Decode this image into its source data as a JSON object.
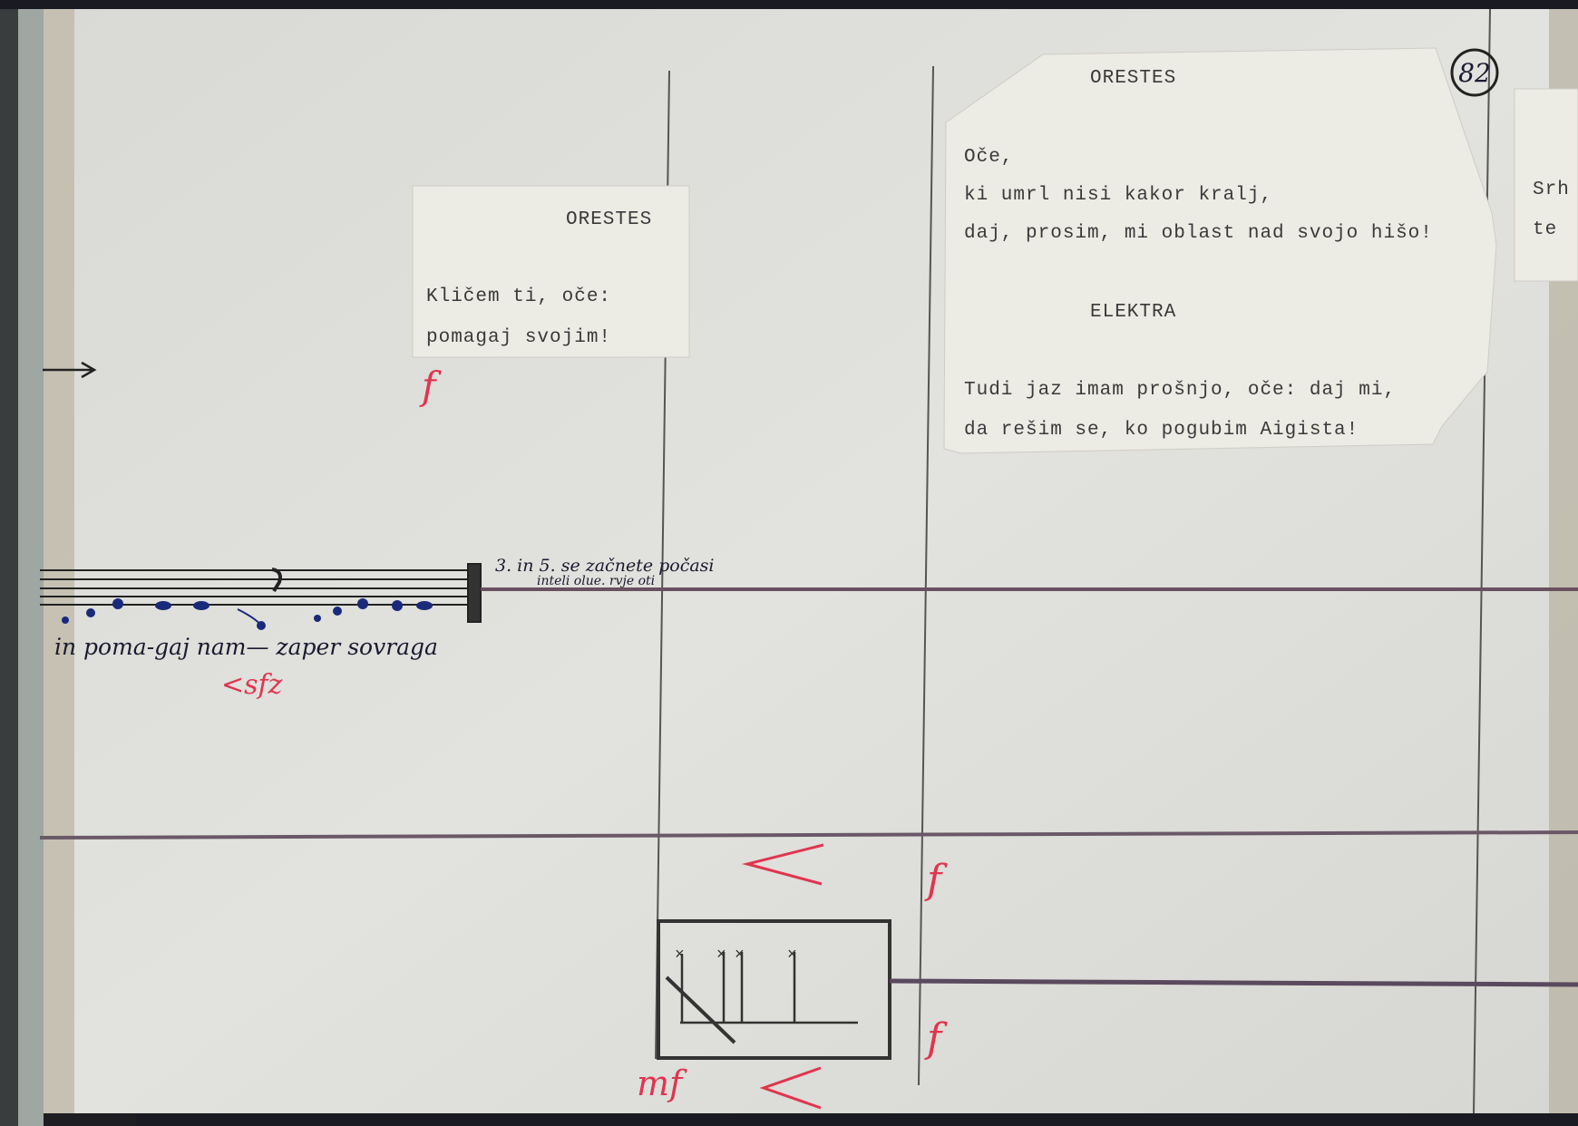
{
  "page_number": "82",
  "slips": {
    "left": {
      "speaker": "ORESTES",
      "lines": [
        "Kličem ti, oče:",
        "pomagaj svojim!"
      ]
    },
    "center": {
      "speaker1": "ORESTES",
      "lines1": [
        "Oče,",
        "ki umrl nisi kakor kralj,",
        "daj, prosim, mi oblast nad svojo hišo!"
      ],
      "speaker2": "ELEKTRA",
      "lines2": [
        "Tudi jaz imam prošnjo, oče: daj mi,",
        "da rešim se, ko pogubim Aigista!"
      ]
    },
    "right": {
      "lines": [
        "Srh",
        "te"
      ]
    }
  },
  "score": {
    "lyrics": "in poma-gaj nam— zaper sovraga",
    "instruction_line1": "3. in 5. se začnete počasi",
    "instruction_line2": "inteli olue. rvje oti",
    "dynamics": {
      "f1": "f",
      "sfz": "<sfz",
      "cresc": "<",
      "f2": "f",
      "f3": "f",
      "mf": "mf"
    }
  },
  "colors": {
    "paper": "#dcdcd8",
    "slip": "#ecebe4",
    "ink_red": "#e0354f",
    "pencil": "#5a4a5e"
  }
}
